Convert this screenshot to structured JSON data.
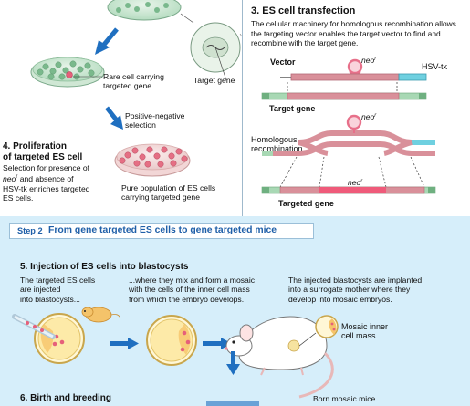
{
  "step1": {
    "rare_cell_label": "Rare cell carrying\ntargeted gene",
    "target_gene_label": "Target gene",
    "positive_negative_label": "Positive-negative\nselection",
    "section4_title": "4.  Proliferation\nof targeted ES cell",
    "section4_text_a": "Selection for presence of",
    "section4_neo": "neo",
    "section4_text_b": "and absence of",
    "section4_text_c": "HSV-tk enriches targeted",
    "section4_text_d": "ES cells.",
    "pure_population_label": "Pure population of ES cells\ncarrying targeted gene"
  },
  "section3": {
    "title": "3.  ES cell transfection",
    "description": "The cellular machinery for homologous recombination allows the targeting vector enables the target vector to find and recombine with the target gene.",
    "vector_label": "Vector",
    "neo_label": "neo",
    "neo_sup": "r",
    "hsv_label": "HSV-tk",
    "target_gene_label": "Target gene",
    "homologous_label": "Homologous\nrecombination",
    "targeted_gene_label": "Targeted gene"
  },
  "step2": {
    "banner_step": "Step 2",
    "banner_title": "From gene targeted ES cells to gene targeted mice",
    "section5_title": "5.  Injection of ES  cells into blastocysts",
    "text_a": "The targeted ES cells\nare injected\ninto blastocysts...",
    "text_b": "...where they mix and form a mosaic\nwith the cells of the inner cell mass\nfrom which the embryo develops.",
    "text_c": "The injected blastocysts are implanted\ninto a surrogate mother where they\ndevelop into mosaic embryos.",
    "mosaic_label": "Mosaic inner\ncell mass",
    "section6_title": "6.  Birth and breeding",
    "born_label": "Born mosaic mice"
  },
  "colors": {
    "accent_blue": "#1f6fc0",
    "banner_text": "#1f5fa8",
    "panel_bg": "#d6eefa",
    "dish_green": "#8fc9a0",
    "cell_pink": "#e6607a",
    "gene_pink": "#d9909a",
    "hsv_cyan": "#6fd0e0"
  }
}
